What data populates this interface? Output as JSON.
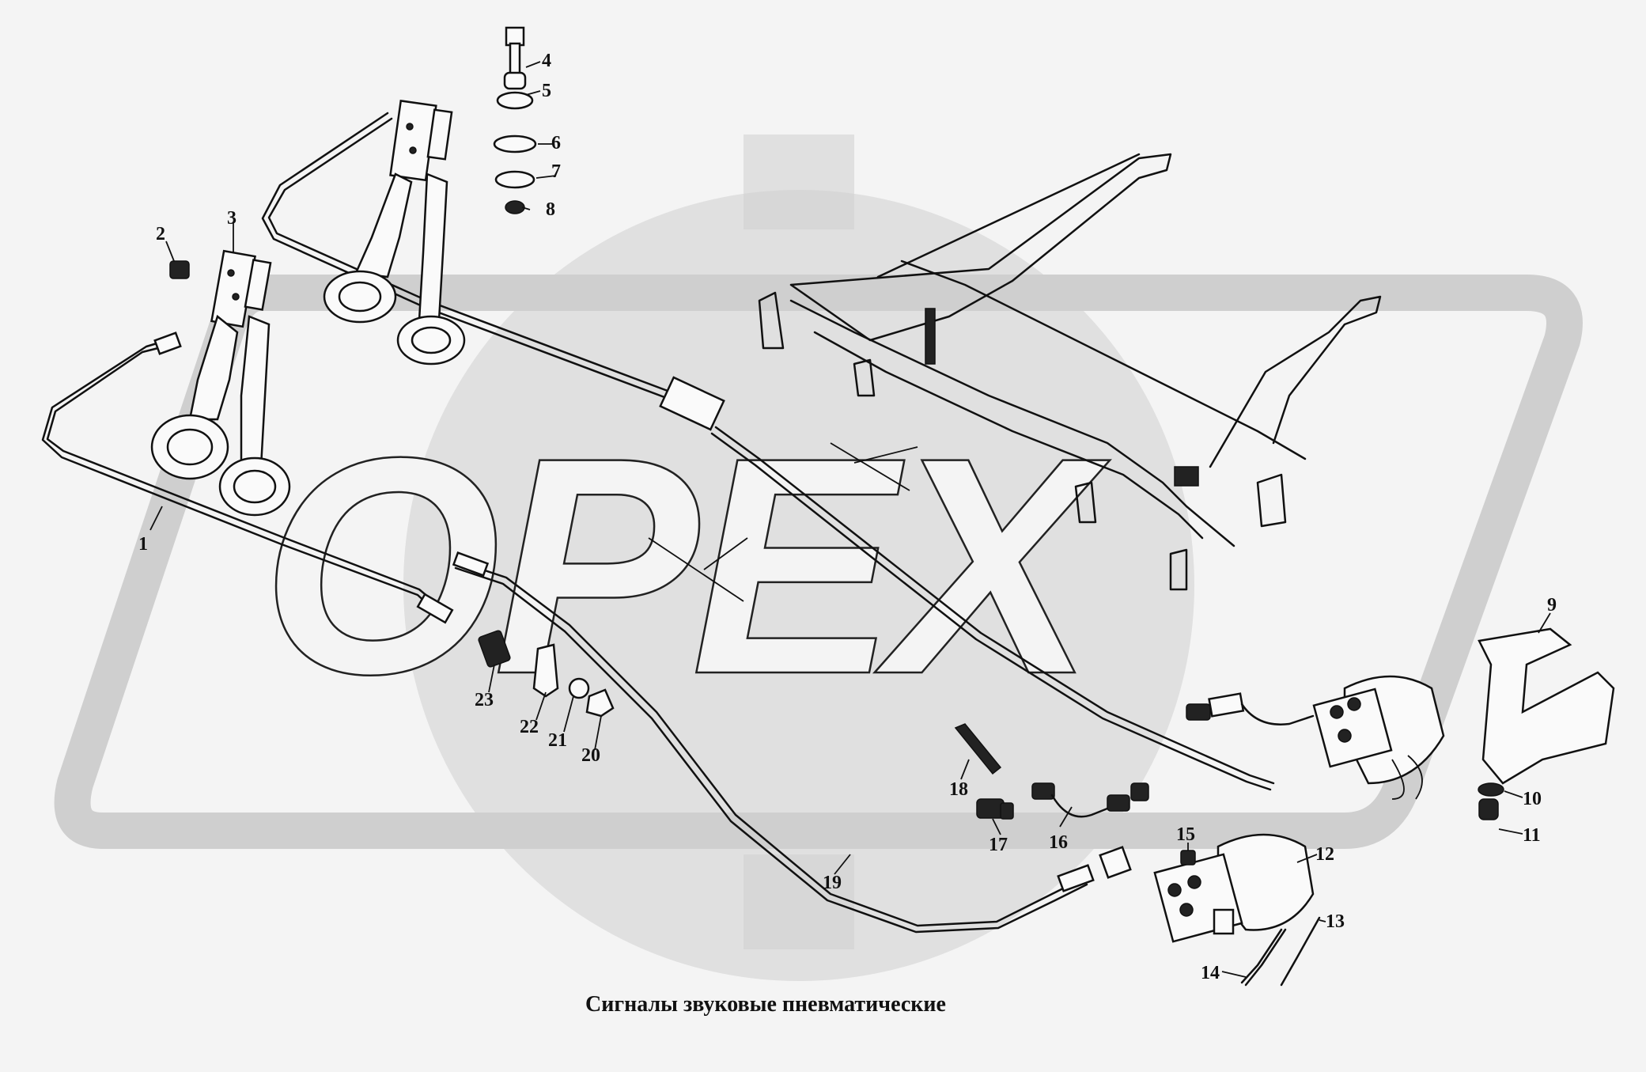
{
  "title": "Сигналы звуковые пневматические",
  "watermark": "OPEX",
  "colors": {
    "background": "#f4f4f4",
    "watermark": "#cfcfcf",
    "ink": "#111111"
  },
  "callouts": [
    {
      "id": "1",
      "label": "1"
    },
    {
      "id": "2",
      "label": "2"
    },
    {
      "id": "3",
      "label": "3"
    },
    {
      "id": "4",
      "label": "4"
    },
    {
      "id": "5",
      "label": "5"
    },
    {
      "id": "6",
      "label": "6"
    },
    {
      "id": "7",
      "label": "7"
    },
    {
      "id": "8",
      "label": "8"
    },
    {
      "id": "9",
      "label": "9"
    },
    {
      "id": "10",
      "label": "10"
    },
    {
      "id": "11",
      "label": "11"
    },
    {
      "id": "12",
      "label": "12"
    },
    {
      "id": "13",
      "label": "13"
    },
    {
      "id": "14",
      "label": "14"
    },
    {
      "id": "15",
      "label": "15"
    },
    {
      "id": "16",
      "label": "16"
    },
    {
      "id": "17",
      "label": "17"
    },
    {
      "id": "18",
      "label": "18"
    },
    {
      "id": "19",
      "label": "19"
    },
    {
      "id": "20",
      "label": "20"
    },
    {
      "id": "21",
      "label": "21"
    },
    {
      "id": "22",
      "label": "22"
    },
    {
      "id": "23",
      "label": "23"
    }
  ]
}
